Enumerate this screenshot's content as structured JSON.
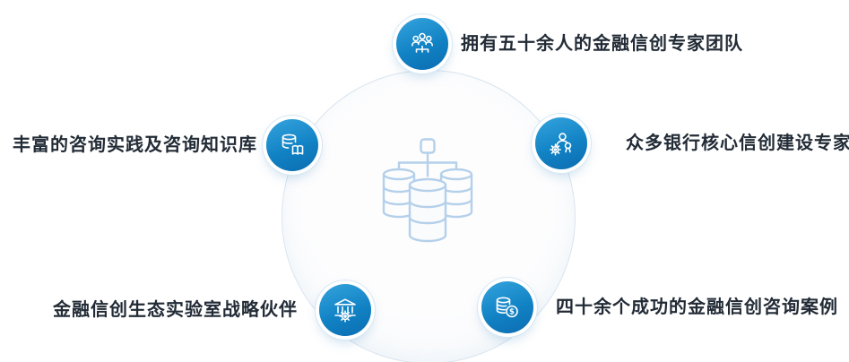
{
  "diagram": {
    "description": "central circle with database cluster surrounded by five capability badges"
  },
  "center": {
    "icon": "database-cluster-icon"
  },
  "nodes": [
    {
      "position": "top",
      "icon": "team-icon",
      "label": "拥有五十余人的金融信创专家团队"
    },
    {
      "position": "upper-right",
      "icon": "banking-expert-icon",
      "label": "众多银行核心信创建设专家"
    },
    {
      "position": "lower-right",
      "icon": "coins-icon",
      "label": "四十余个成功的金融信创咨询案例"
    },
    {
      "position": "lower-left",
      "icon": "bank-lab-icon",
      "label": "金融信创生态实验室战略伙伴"
    },
    {
      "position": "upper-left",
      "icon": "knowledge-base-icon",
      "label": "丰富的咨询实践及咨询知识库"
    }
  ],
  "colors": {
    "node_blue_light": "#35a4de",
    "node_blue_dark": "#0b6db1",
    "node_ring": "#d6e7f4",
    "label_text": "#222b36",
    "center_icon_stroke": "#b4d0ea",
    "circle_fill": "#fbfcfd",
    "circle_border": "#d9e4ee"
  }
}
